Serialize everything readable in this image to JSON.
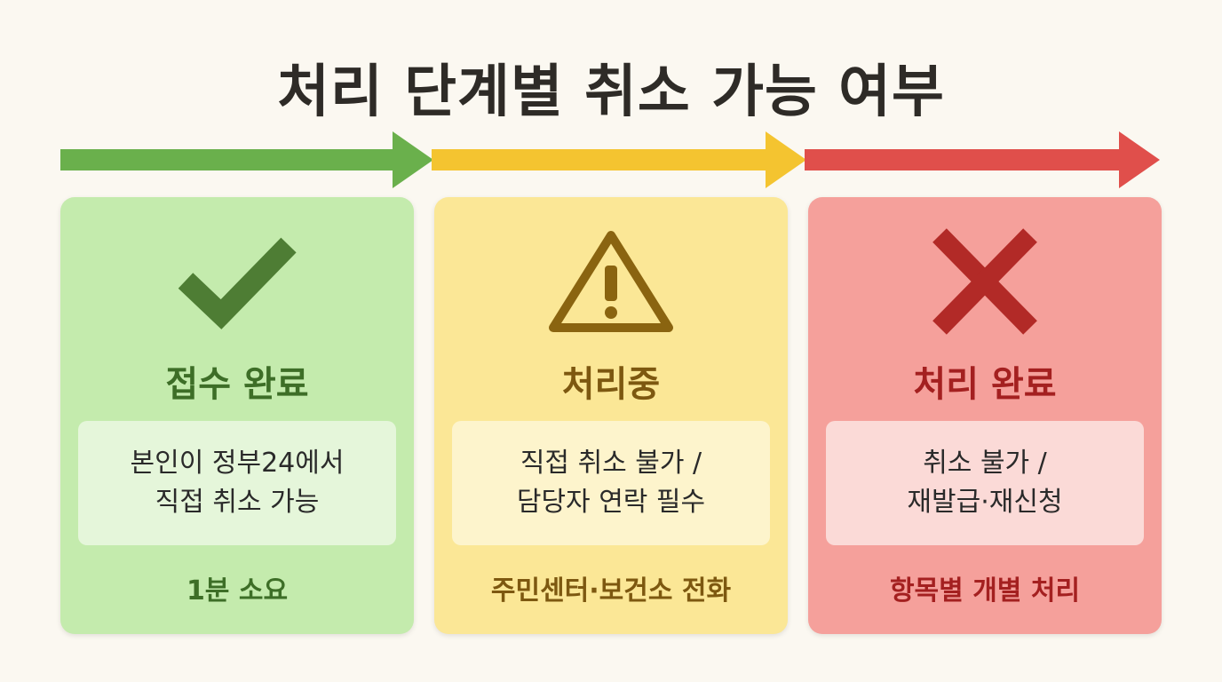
{
  "title": "처리 단계별 취소 가능 여부",
  "stages": [
    {
      "name": "접수 완료",
      "icon": "check-icon",
      "color": "#6ab04c",
      "desc_line1": "본인이 정부24에서",
      "desc_line2": "직접 취소 가능",
      "footer": "1분 소요"
    },
    {
      "name": "처리중",
      "icon": "warning-icon",
      "color": "#f4c430",
      "desc_line1": "직접 취소 불가 /",
      "desc_line2": "담당자 연락 필수",
      "footer": "주민센터·보건소 전화"
    },
    {
      "name": "처리 완료",
      "icon": "close-icon",
      "color": "#e04f4b",
      "desc_line1": "취소 불가 /",
      "desc_line2": "재발급·재신청",
      "footer": "항목별 개별 처리"
    }
  ]
}
